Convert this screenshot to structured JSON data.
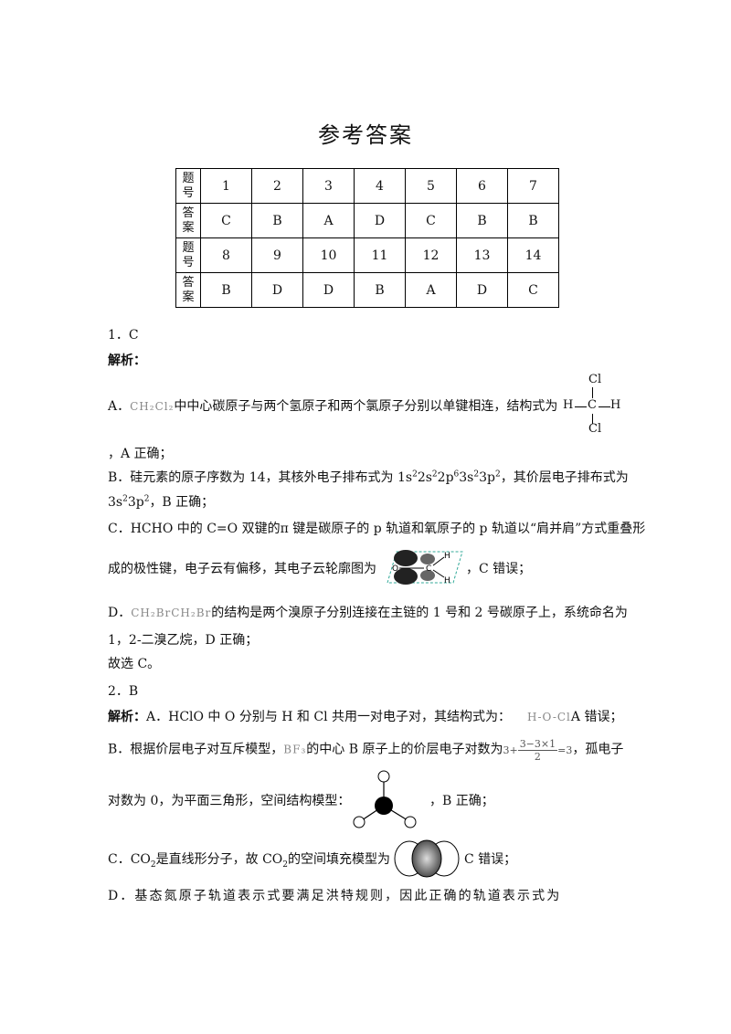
{
  "title": "参考答案",
  "table": {
    "rows": [
      {
        "label_1": "题",
        "label_2": "号",
        "cells": [
          "1",
          "2",
          "3",
          "4",
          "5",
          "6",
          "7"
        ]
      },
      {
        "label_1": "答",
        "label_2": "案",
        "cells": [
          "C",
          "B",
          "A",
          "D",
          "C",
          "B",
          "B"
        ]
      },
      {
        "label_1": "题",
        "label_2": "号",
        "cells": [
          "8",
          "9",
          "10",
          "11",
          "12",
          "13",
          "14"
        ]
      },
      {
        "label_1": "答",
        "label_2": "案",
        "cells": [
          "B",
          "D",
          "D",
          "B",
          "A",
          "D",
          "C"
        ]
      }
    ]
  },
  "q1": {
    "header": "1．C",
    "analysis": "解析：",
    "a_prefix": "A．",
    "a_formula": "CH₂Cl₂",
    "a_text": "中中心碳原子与两个氢原子和两个氯原子分别以单键相连，结构式为",
    "struct": {
      "top": "Cl",
      "left": "H",
      "center": "C",
      "right": "H",
      "bottom": "Cl"
    },
    "a_end": "，A 正确；",
    "b1_pre": "B．硅元素的原子序数为 14，其核外电子排布式为 1s",
    "b1_s1": "2",
    "b1_m1": "2s",
    "b1_s2": "2",
    "b1_m2": "2p",
    "b1_s3": "6",
    "b1_m3": "3s",
    "b1_s4": "2",
    "b1_m4": "3p",
    "b1_s5": "2",
    "b1_post": "，其价层电子排布式为",
    "b2_m1": "3s",
    "b2_s1": "2",
    "b2_m2": "3p",
    "b2_s2": "2",
    "b2_post": "，B 正确；",
    "c1": "C．HCHO 中的 C=O 双键的π 键是碳原子的 p 轨道和氧原子的 p 轨道以“肩并肩”方式重叠形",
    "c2": "成的极性键，电子云有偏移，其电子云轮廓图为",
    "c2_end": "，C 错误；",
    "d1_pre": "D．",
    "d1_formula": "CH₂BrCH₂Br",
    "d1_text": "的结构是两个溴原子分别连接在主链的 1 号和 2 号碳原子上，系统命名为",
    "d2": "1，2-二溴乙烷，D 正确；",
    "conclusion": "故选 C。"
  },
  "q2": {
    "header": "2．B",
    "analysis": "解析：",
    "a_text": "A．HClO 中 O 分别与 H 和 Cl 共用一对电子对，其结构式为：",
    "a_formula": "H-O-Cl",
    "a_end": "A 错误；",
    "b1_pre": "B．根据价层电子对互斥模型，",
    "b1_formula": "BF₃",
    "b1_text": "的中心 B 原子上的价层电子对数为",
    "b1_frac_pre": "3+",
    "b1_frac_num": "3−3×1",
    "b1_frac_den": "2",
    "b1_frac_post": "=3",
    "b1_end": "，孤电子",
    "b2": "对数为 0，为平面三角形，空间结构模型：",
    "b2_end": "，B 正确；",
    "c_pre": "C．CO",
    "c_sub1": "2",
    "c_mid": "是直线形分子，故 CO",
    "c_sub2": "2",
    "c_text": "的空间填充模型为",
    "c_end": "C 错误；",
    "d": "D．基态氮原子轨道表示式要满足洪特规则，因此正确的轨道表示式为"
  }
}
